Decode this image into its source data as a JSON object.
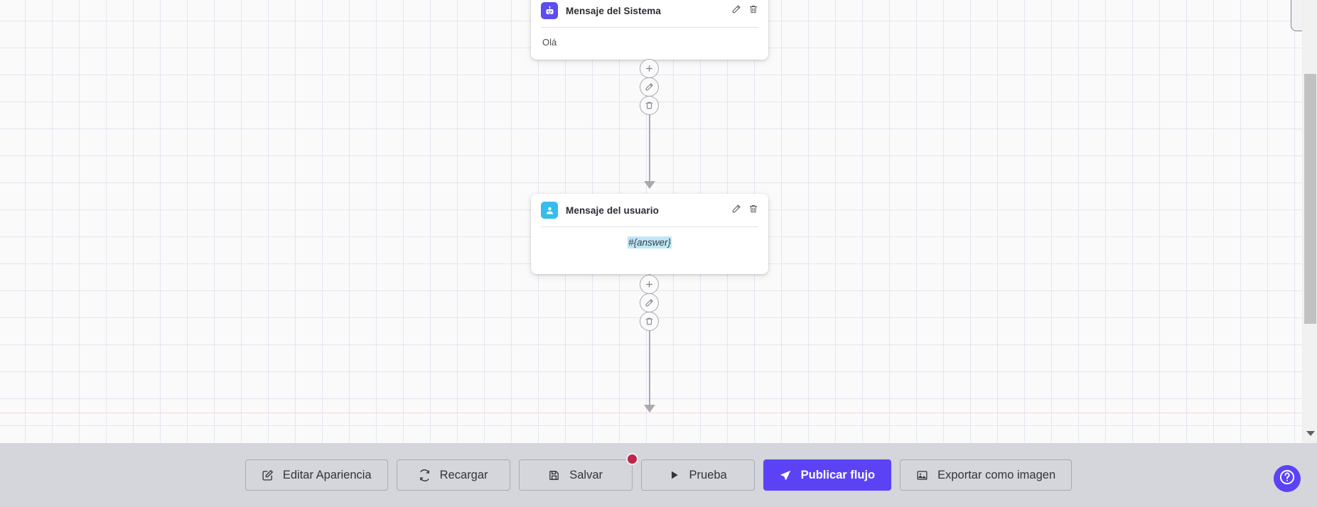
{
  "canvas": {
    "nodes": [
      {
        "id": "system-message",
        "icon": "robot-icon",
        "icon_color": "#5b4df0",
        "title": "Mensaje del Sistema",
        "body": "Olá",
        "edit_action": "pencil-icon",
        "delete_action": "trash-icon"
      },
      {
        "id": "user-message",
        "icon": "user-icon",
        "icon_color": "#35bdeb",
        "title": "Mensaje del usuario",
        "body": "#{answer}",
        "edit_action": "pencil-icon",
        "delete_action": "trash-icon"
      }
    ],
    "connector_buttons": [
      {
        "name": "add-node-button",
        "icon": "plus-icon"
      },
      {
        "name": "edit-connection-button",
        "icon": "pencil-icon"
      },
      {
        "name": "delete-connection-button",
        "icon": "trash-icon"
      }
    ]
  },
  "toolbar": {
    "buttons": [
      {
        "name": "edit-appearance-button",
        "label": "Editar Apariencia",
        "icon": "edit-square-icon",
        "style": "default",
        "badge": false
      },
      {
        "name": "reload-button",
        "label": "Recargar",
        "icon": "refresh-icon",
        "style": "default",
        "badge": false
      },
      {
        "name": "save-button",
        "label": "Salvar",
        "icon": "save-icon",
        "style": "default",
        "badge": true
      },
      {
        "name": "test-button",
        "label": "Prueba",
        "icon": "play-icon",
        "style": "default",
        "badge": false
      },
      {
        "name": "publish-flow-button",
        "label": "Publicar flujo",
        "icon": "rocket-icon",
        "style": "primary",
        "badge": false
      },
      {
        "name": "export-as-image-button",
        "label": "Exportar como imagen",
        "icon": "image-icon",
        "style": "default",
        "badge": false
      }
    ],
    "accent_color": "#5b43f5",
    "badge_color": "#c0254a"
  },
  "help": {
    "icon": "question-mark-icon",
    "color": "#5b43f5"
  },
  "scrollbar": {
    "name": "vertical-scrollbar",
    "arrow_icon": "chevron-down-icon"
  }
}
